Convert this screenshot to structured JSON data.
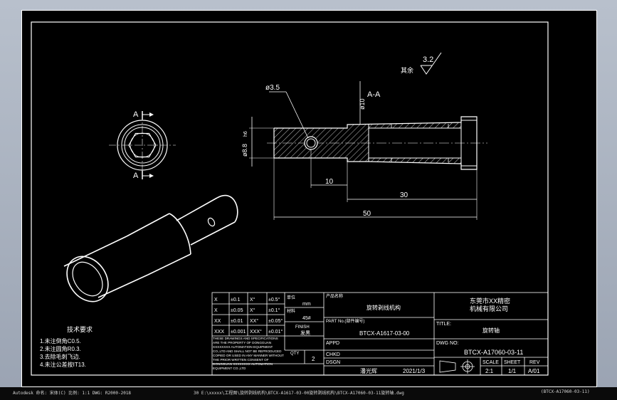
{
  "drawing": {
    "roughness_note": "其余",
    "roughness_value": "3.2",
    "section_label": "A-A",
    "cut_label_top": "A",
    "cut_label_bottom": "A",
    "dim_hole": "ø3.5",
    "dim_outer": "ø10",
    "dim_shaft": "ø8.8",
    "dim_shaft_tol": "h6",
    "dim_10": "10",
    "dim_30": "30",
    "dim_50": "50"
  },
  "notes": {
    "title": "技术要求",
    "lines": [
      "1.未注倒角C0.5.",
      "2.未注圆角R0.3.",
      "3.去除毛刺飞边.",
      "4.未注公差按IT13."
    ]
  },
  "title_block": {
    "tolerances": [
      {
        "a": "X",
        "b": "±0.1",
        "c": "X°",
        "d": "±0.5°"
      },
      {
        "a": "X",
        "b": "±0.05",
        "c": "X°",
        "d": "±0.1°"
      },
      {
        "a": "XX",
        "b": "±0.01",
        "c": "XX°",
        "d": "±0.05°"
      },
      {
        "a": "XXX",
        "b": "±0.001",
        "c": "XXX°",
        "d": "±0.01°"
      }
    ],
    "unit_label": "单位",
    "unit_value": "mm",
    "material_label": "材料",
    "material_value": "45#",
    "finish_label": "FINISH",
    "finish_value": "发黑",
    "qty_label": "QTY",
    "qty_value": "2",
    "disclaimer": "THESE DRAWINGS AND SPECIFICATIONS ARE THE PROPERTY OF DONGGUAN XXXXXXXX AUTOMATION EQUIPMENT CO.,LTD AND SHALL NOT BE REPRODUCED COPIED OR USED IN ANY MANNER WITHOUT THE PRIOR WRITTEN CONSENT OF DONGGUAN XXXXXXXX AUTOMATION EQUIPMENT CO.,LTD",
    "product_label": "产品名称",
    "product_value": "旋转剥线机构",
    "part_no_label": "PART No.(部件编号)",
    "part_no_value": "BTCX-A1617-03-00",
    "appd": "APPD",
    "chkd": "CHKD",
    "dsgn": "DSGN",
    "designer": "潘光辉",
    "date": "2021/1/3",
    "company": "东莞市XX精密\n机械有限公司",
    "title_label": "TITLE:",
    "title_value": "旋转轴",
    "dwg_label": "DWG NO:",
    "dwg_value": "BTCX-A17060-03-11",
    "scale_label": "SCALE",
    "scale_value": "2:1",
    "sheet_label": "SHEET",
    "sheet_value": "1/1",
    "rev_label": "REV",
    "rev_value": "A/01"
  },
  "status": {
    "left": "Autodesk 命名: 宋体(C) 比例: 1:1 DWG: R2000-2018",
    "mid": "30  E:\\xxxxx\\工程图\\旋转剥线机构\\BTCX-A1617-03-00旋转剥线机构\\BTCX-A17060-03-11旋转轴.dwg",
    "right": "(BTCX-A17060-03-11)"
  }
}
